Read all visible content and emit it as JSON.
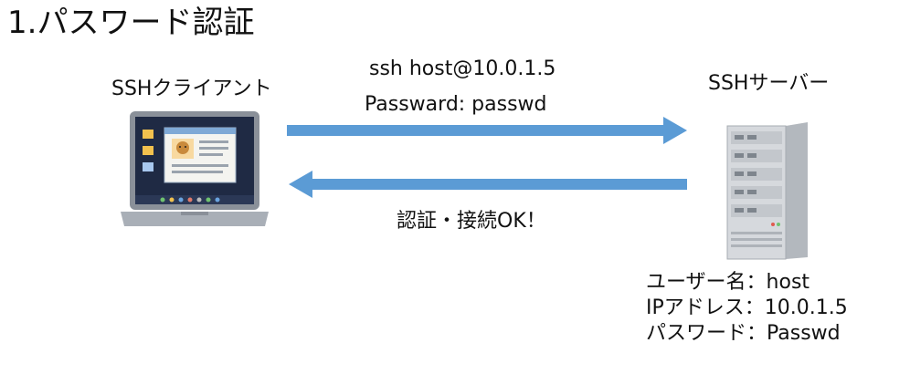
{
  "title": "1.パスワード認証",
  "client": {
    "label": "SSHクライアント",
    "icon": "laptop-icon"
  },
  "server": {
    "label": "SSHサーバー",
    "icon": "server-icon"
  },
  "request": {
    "line1": "ssh host@10.0.1.5",
    "line2": "Passward: passwd",
    "arrow_direction": "right"
  },
  "response": {
    "text": "認証・接続OK！",
    "arrow_direction": "left"
  },
  "server_info": {
    "username": "ユーザー名：host",
    "ip": "IPアドレス：10.0.1.5",
    "password": "パスワード：Passwd"
  },
  "colors": {
    "arrow": "#5b9bd5",
    "text": "#111111",
    "laptop_frame": "#8a9099",
    "screen": "#1f2a44",
    "server_body": "#d6d9dd"
  }
}
